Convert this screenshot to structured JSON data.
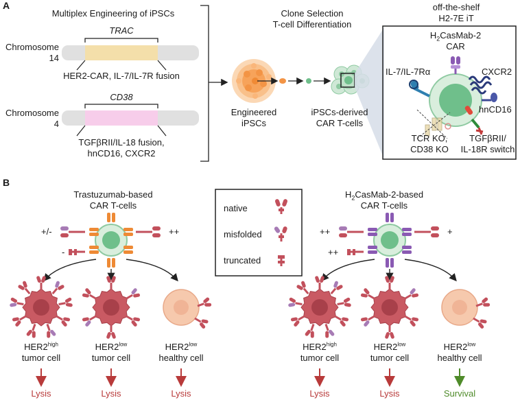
{
  "panel_a": {
    "letter": "A",
    "title": "Multiplex Engineering of iPSCs",
    "chromosome_14": {
      "label": "Chromosome",
      "number": "14",
      "gene": "TRAC",
      "insert": "HER2-CAR, IL-7/IL-7R fusion"
    },
    "chromosome_4": {
      "label": "Chromosome",
      "number": "4",
      "gene": "CD38",
      "insert_line1": "TGFβRII/IL-18 fusion,",
      "insert_line2": "hnCD16, CXCR2"
    },
    "steps_title_line1": "Clone Selection",
    "steps_title_line2": "T-cell Differentiation",
    "engineered_line1": "Engineered",
    "engineered_line2": "iPSCs",
    "derived_line1": "iPSCs-derived",
    "derived_line2": "CAR T-cells",
    "product_line1": "off-the-shelf",
    "product_line2": "H2-7E iT",
    "box": {
      "car_line1_pre": "H",
      "car_line1_sub": "2",
      "car_line1_post": "CasMab-2",
      "car_line2": "CAR",
      "il7": "IL-7/IL-7Rα",
      "cxcr2": "CXCR2",
      "hncd16": "hnCD16",
      "ko_line1": "TCR KO,",
      "ko_line2": "CD38 KO",
      "switch_line1": "TGFβRII/",
      "switch_line2": "IL-18R switch"
    }
  },
  "panel_b": {
    "letter": "B",
    "left_title_line1": "Trastuzumab-based",
    "left_title_line2": "CAR T-cells",
    "right_title_pre": "H",
    "right_title_sub": "2",
    "right_title_post": "CasMab-2-based",
    "right_title_line2": "CAR T-cells",
    "legend": {
      "native": "native",
      "misfolded": "misfolded",
      "truncated": "truncated"
    },
    "left_scores": {
      "misfolded": "+/-",
      "native": "++",
      "truncated": "-"
    },
    "right_scores": {
      "misfolded": "++",
      "native": "+",
      "truncated": "++"
    },
    "targets": [
      {
        "base": "HER2",
        "sup": "high",
        "line2": "tumor cell",
        "outcome": "Lysis"
      },
      {
        "base": "HER2",
        "sup": "low",
        "line2": "tumor cell",
        "outcome": "Lysis"
      },
      {
        "base": "HER2",
        "sup": "low",
        "line2": "healthy cell",
        "outcome": "Lysis"
      },
      {
        "base": "HER2",
        "sup": "high",
        "line2": "tumor cell",
        "outcome": "Lysis"
      },
      {
        "base": "HER2",
        "sup": "low",
        "line2": "tumor cell",
        "outcome": "Lysis"
      },
      {
        "base": "HER2",
        "sup": "low",
        "line2": "healthy cell",
        "outcome": "Survival"
      }
    ]
  },
  "colors": {
    "trac_insert": "#f4dfaa",
    "cd38_insert": "#f7cdea",
    "chromosome": "#e0e0e0",
    "tcell": "#bfe0c8",
    "tcell_nucleus": "#6fbf8b",
    "ipsc": "#f7a35a",
    "tumor": "#c95a63",
    "healthy": "#f6c9ad",
    "receptor_red": "#c2505c",
    "car_orange": "#ee8a35",
    "car_purple": "#8a5ab3",
    "lysis": "#b83a3a",
    "survival": "#4f8b2a"
  }
}
